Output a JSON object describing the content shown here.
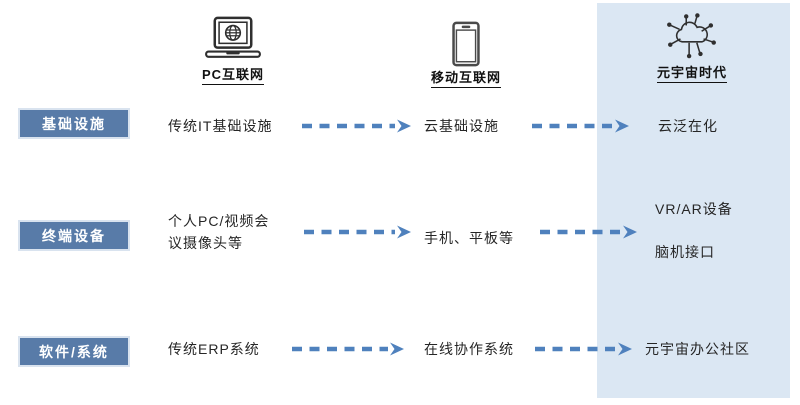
{
  "header": {
    "columns": [
      {
        "label": "PC互联网",
        "icon": "laptop-globe-icon"
      },
      {
        "label": "移动互联网",
        "icon": "smartphone-icon"
      },
      {
        "label": "元宇宙时代",
        "icon": "cloud-network-icon"
      }
    ]
  },
  "rows": [
    {
      "label": "基础设施",
      "cells": [
        {
          "lines": [
            "传统IT基础设施"
          ]
        },
        {
          "lines": [
            "云基础设施"
          ]
        },
        {
          "lines": [
            "云泛在化"
          ]
        }
      ]
    },
    {
      "label": "终端设备",
      "cells": [
        {
          "lines": [
            "个人PC/视频会",
            "议摄像头等"
          ]
        },
        {
          "lines": [
            "手机、平板等"
          ]
        },
        {
          "lines": [
            "VR/AR设备",
            "脑机接口"
          ]
        }
      ]
    },
    {
      "label": "软件/系统",
      "cells": [
        {
          "lines": [
            "传统ERP系统"
          ]
        },
        {
          "lines": [
            "在线协作系统"
          ]
        },
        {
          "lines": [
            "元宇宙办公社区"
          ]
        }
      ]
    }
  ],
  "colors": {
    "row_label_bg": "#587ba8",
    "row_label_text": "#ffffff",
    "arrow": "#4f81bd",
    "panel_bg": "#dbe7f3",
    "header_text": "#111111",
    "body_text": "#262626"
  }
}
